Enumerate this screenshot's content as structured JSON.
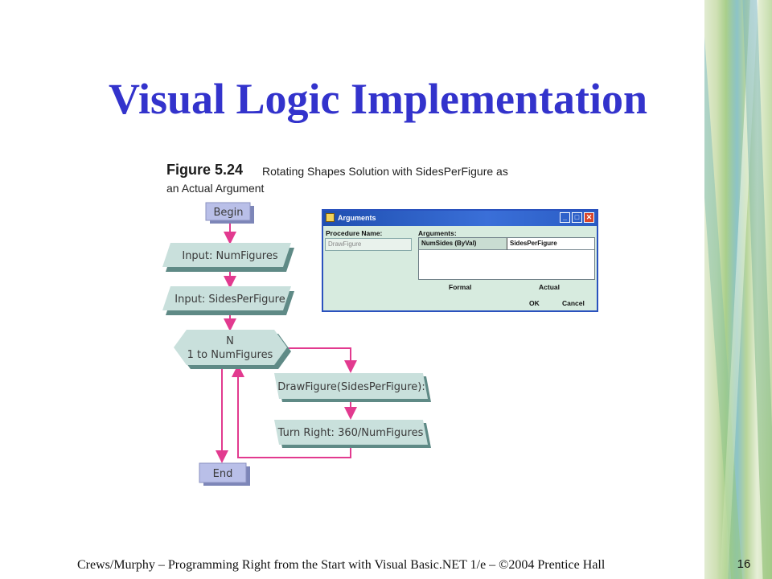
{
  "slide": {
    "title": "Visual Logic Implementation",
    "footer": "Crews/Murphy – Programming Right from the Start with Visual Basic.NET 1/e – ©2004 Prentice Hall",
    "page_number": "16"
  },
  "figure": {
    "number": "Figure 5.24",
    "caption_line1": "Rotating Shapes Solution with SidesPerFigure as",
    "caption_line2": "an Actual Argument"
  },
  "flowchart": {
    "begin": "Begin",
    "input1": "Input: NumFigures",
    "input2": "Input: SidesPerFigure",
    "loop_var": "N",
    "loop_range": "1 to NumFigures",
    "call": "DrawFigure(SidesPerFigure):",
    "turn": "Turn Right: 360/NumFigures",
    "end": "End"
  },
  "dialog": {
    "title": "Arguments",
    "procedure_label": "Procedure Name:",
    "procedure_value": "DrawFigure",
    "arguments_label": "Arguments:",
    "formal_cell": "NumSides (ByVal)",
    "actual_cell": "SidesPerFigure",
    "formal_label": "Formal",
    "actual_label": "Actual",
    "ok_label": "OK",
    "cancel_label": "Cancel",
    "minimize_icon": "_",
    "maximize_icon": "□",
    "close_icon": "✕"
  },
  "colors": {
    "title": "#3333cc",
    "flow_box": "#c9e0dc",
    "flow_terminal": "#b9bfe8",
    "arrow": "#e23a8f",
    "dialog_bg": "#d7ebdf",
    "dialog_border": "#2a52be"
  }
}
